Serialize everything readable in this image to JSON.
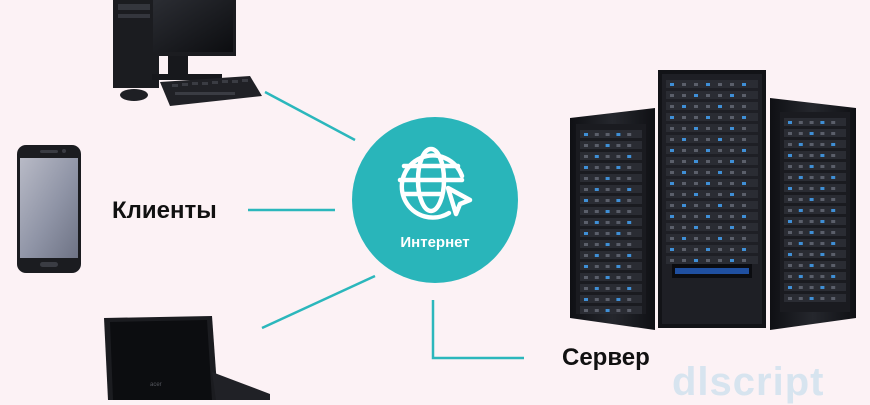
{
  "labels": {
    "clients": "Клиенты",
    "internet": "Интернет",
    "server": "Сервер",
    "watermark": "dlscript"
  },
  "icons": {
    "desktop": "desktop-computer-icon",
    "phone": "smartphone-icon",
    "laptop": "laptop-icon",
    "internet": "globe-cursor-icon",
    "server": "server-racks-icon"
  },
  "colors": {
    "background": "#fcf2f5",
    "accent": "#29b5ba",
    "line": "#2bb7bc",
    "device_dark": "#1b1c20"
  }
}
